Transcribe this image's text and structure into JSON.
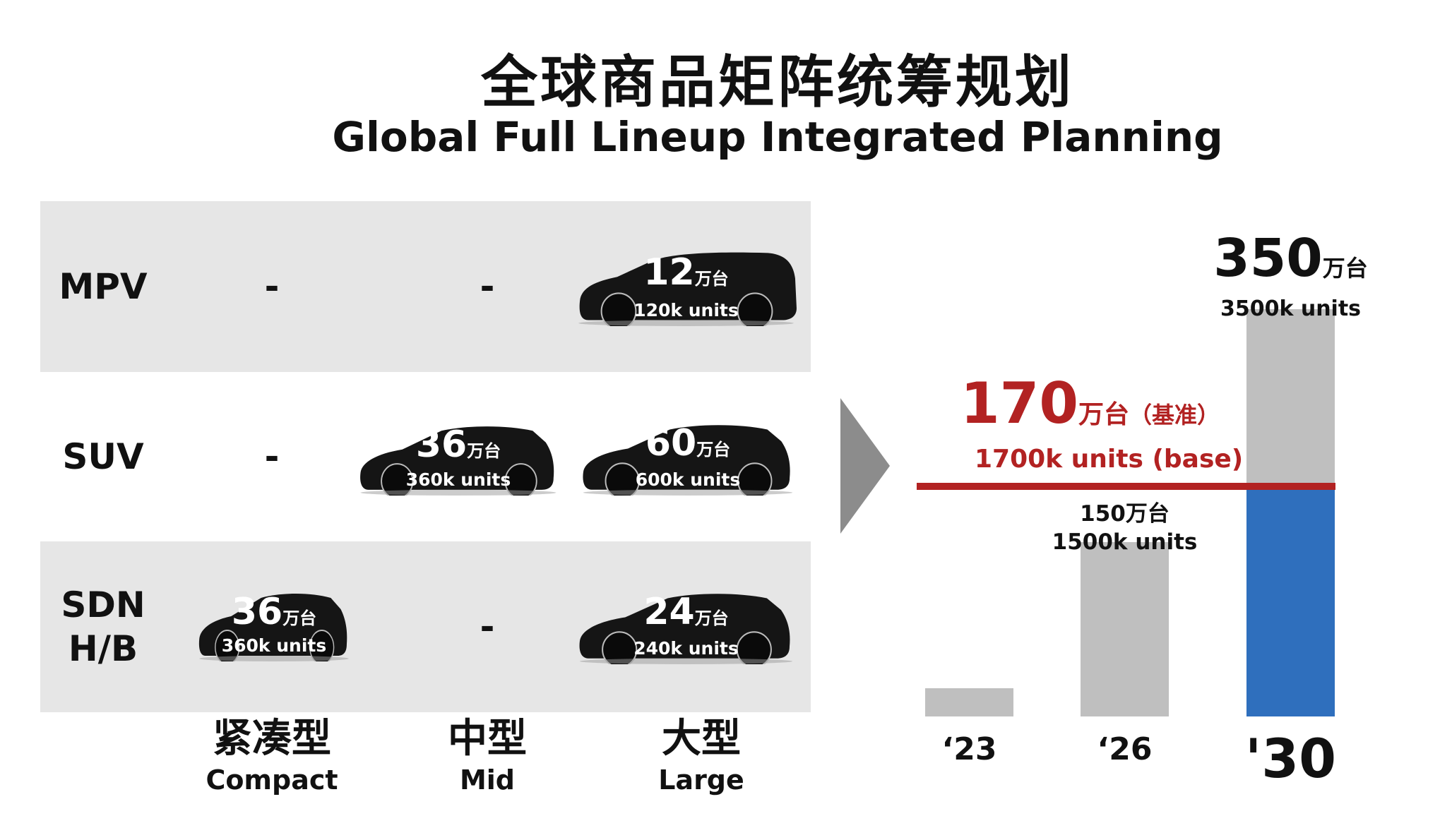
{
  "title_cn": "全球商品矩阵统筹规划",
  "title_en": "Global Full Lineup Integrated Planning",
  "columns": [
    {
      "cn": "紧凑型",
      "en": "Compact"
    },
    {
      "cn": "中型",
      "en": "Mid"
    },
    {
      "cn": "大型",
      "en": "Large"
    }
  ],
  "rows": [
    {
      "label": "MPV",
      "cells": [
        {
          "dash": "-"
        },
        {
          "dash": "-"
        },
        {
          "value": "12",
          "unit": "万台",
          "units_en": "120k units"
        }
      ]
    },
    {
      "label": "SUV",
      "cells": [
        {
          "dash": "-"
        },
        {
          "value": "36",
          "unit": "万台",
          "units_en": "360k units"
        },
        {
          "value": "60",
          "unit": "万台",
          "units_en": "600k units"
        }
      ]
    },
    {
      "label": "SDN\nH/B",
      "cells": [
        {
          "value": "36",
          "unit": "万台",
          "units_en": "360k units"
        },
        {
          "dash": "-"
        },
        {
          "value": "24",
          "unit": "万台",
          "units_en": "240k units"
        }
      ]
    }
  ],
  "colors": {
    "bar_grey": "#bfbfbf",
    "bar_blue": "#2f6fbd",
    "base_red": "#b22222",
    "panel_grey": "#e6e6e6",
    "arrow_grey": "#8c8c8c"
  },
  "chart_data": {
    "type": "bar",
    "categories": [
      "'23",
      "'26",
      "'30"
    ],
    "values": [
      24,
      150,
      350
    ],
    "unit": "万台",
    "labels": [
      null,
      {
        "main": "150万台",
        "sub": "1500k units"
      },
      {
        "main": "350",
        "unit": "万台",
        "sub": "3500k units"
      }
    ],
    "baseline": {
      "value": 170,
      "main": "170",
      "unit": "万台",
      "note": "（基准）",
      "sub": "1700k units (base)"
    },
    "highlight_category": "'30",
    "ylim": [
      0,
      370
    ]
  }
}
